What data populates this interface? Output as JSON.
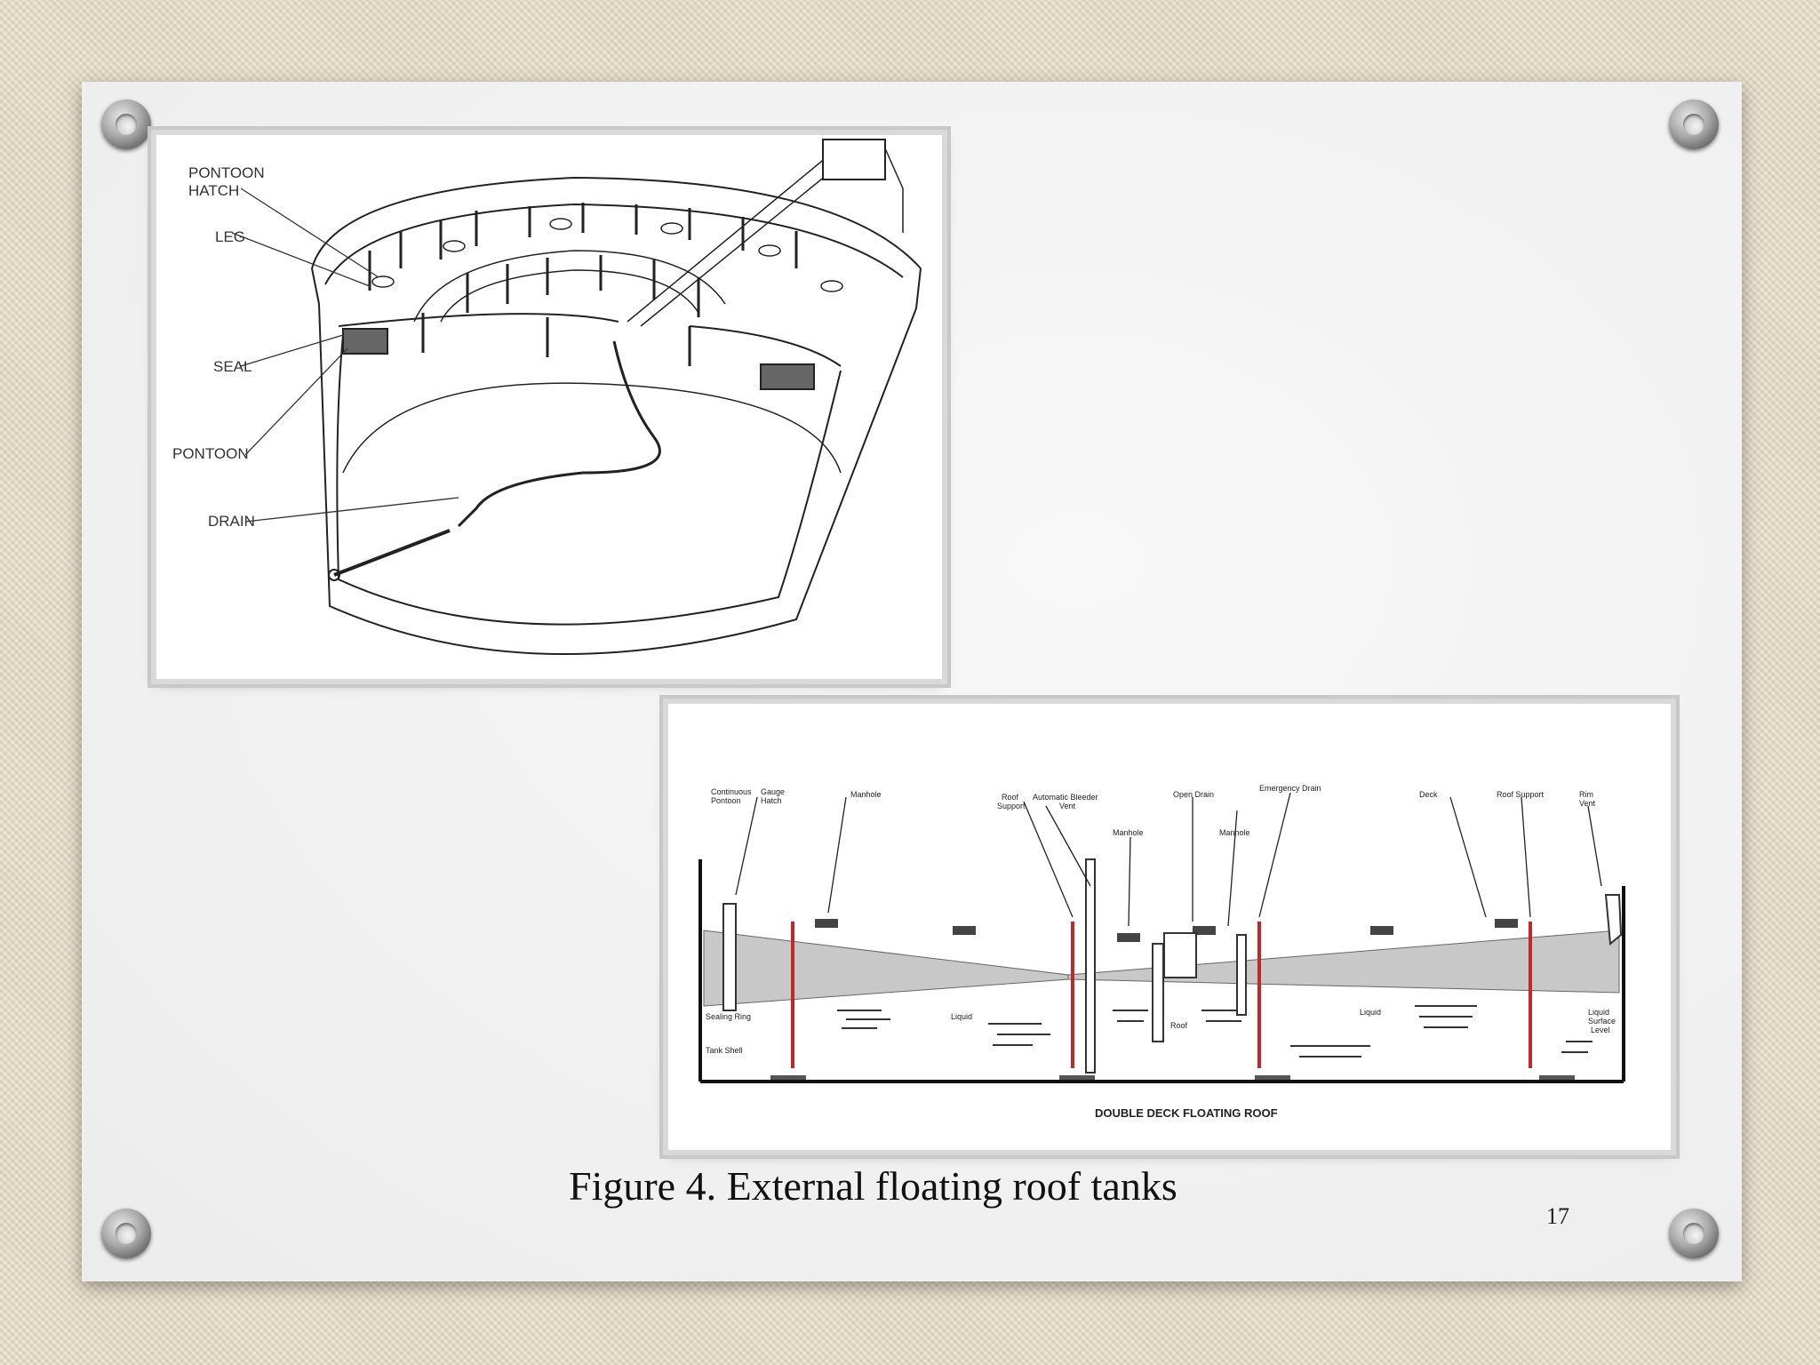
{
  "top_figure": {
    "labels": {
      "pontoon_hatch_1": "PONTOON",
      "pontoon_hatch_2": "HATCH",
      "leg": "LEG",
      "seal": "SEAL",
      "pontoon": "PONTOON",
      "drain": "DRAIN"
    }
  },
  "bottom_figure": {
    "title": "DOUBLE DECK FLOATING ROOF",
    "labels": {
      "continuous_pontoon_1": "Continuous",
      "continuous_pontoon_2": "Pontoon",
      "gauge_hatch_1": "Gauge",
      "gauge_hatch_2": "Hatch",
      "manhole_left": "Manhole",
      "roof_support_left_1": "Roof",
      "roof_support_left_2": "Support",
      "auto_bleeder_1": "Automatic Bleeder",
      "auto_bleeder_2": "Vent",
      "manhole_center": "Manhole",
      "open_drain": "Open Drain",
      "manhole_right": "Manhole",
      "emergency_drain": "Emergency Drain",
      "deck": "Deck",
      "roof_support_right": "Roof Support",
      "rim_vent_1": "Rim",
      "rim_vent_2": "Vent",
      "sealing_ring": "Sealing Ring",
      "tank_shell": "Tank Shell",
      "liquid_left": "Liquid",
      "roof": "Roof",
      "liquid_right": "Liquid",
      "liquid_surface_1": "Liquid",
      "liquid_surface_2": "Surface",
      "liquid_surface_3": "Level"
    }
  },
  "caption": "Figure 4. External floating roof tanks",
  "page_number": "17"
}
